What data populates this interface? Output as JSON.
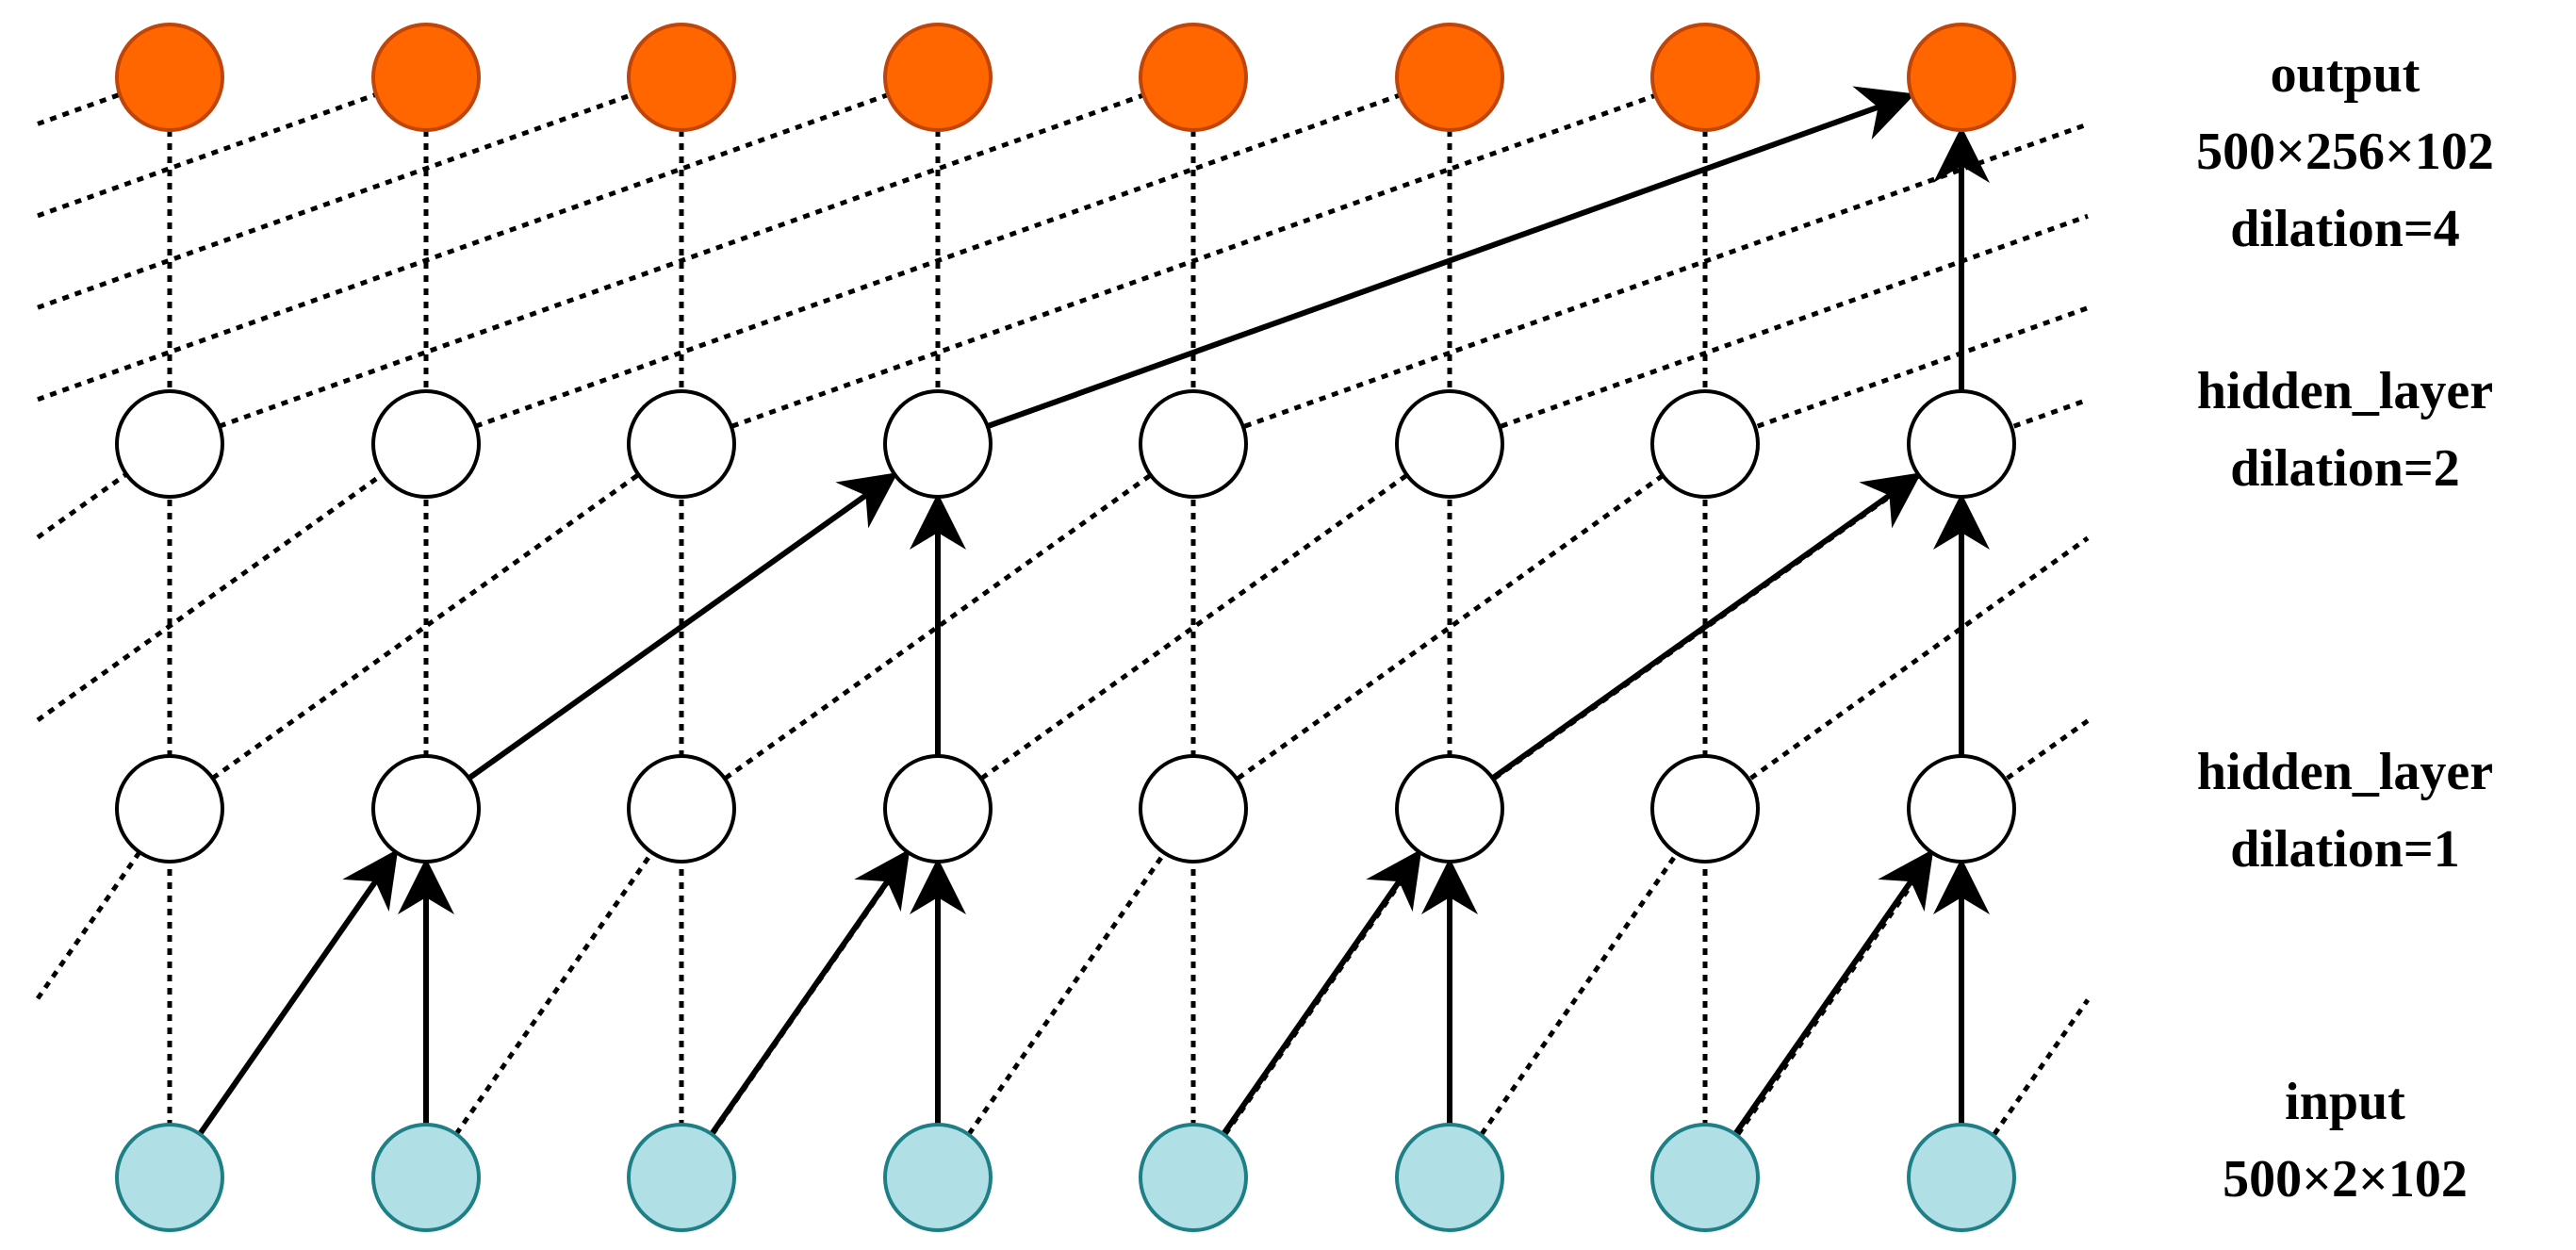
{
  "colors": {
    "output_fill": "#FF6600",
    "output_stroke": "#C0450A",
    "hidden_fill": "#FFFFFF",
    "hidden_stroke": "#000000",
    "input_fill": "#B0E0E6",
    "input_stroke": "#1E7F86",
    "edge": "#000000"
  },
  "labels": {
    "output": {
      "name": "output",
      "shape": "500×256×102",
      "dilation": "dilation=4"
    },
    "hidden2": {
      "name": "hidden_layer",
      "dilation": "dilation=2"
    },
    "hidden1": {
      "name": "hidden_layer",
      "dilation": "dilation=1"
    },
    "input": {
      "name": "input",
      "shape": "500×2×102"
    }
  },
  "network": {
    "nodes_per_layer": 8,
    "layers": [
      {
        "name": "input",
        "dilation": null
      },
      {
        "name": "hidden_layer",
        "dilation": 1
      },
      {
        "name": "hidden_layer",
        "dilation": 2
      },
      {
        "name": "output",
        "dilation": 4
      }
    ],
    "highlighted_output_node": 8
  }
}
